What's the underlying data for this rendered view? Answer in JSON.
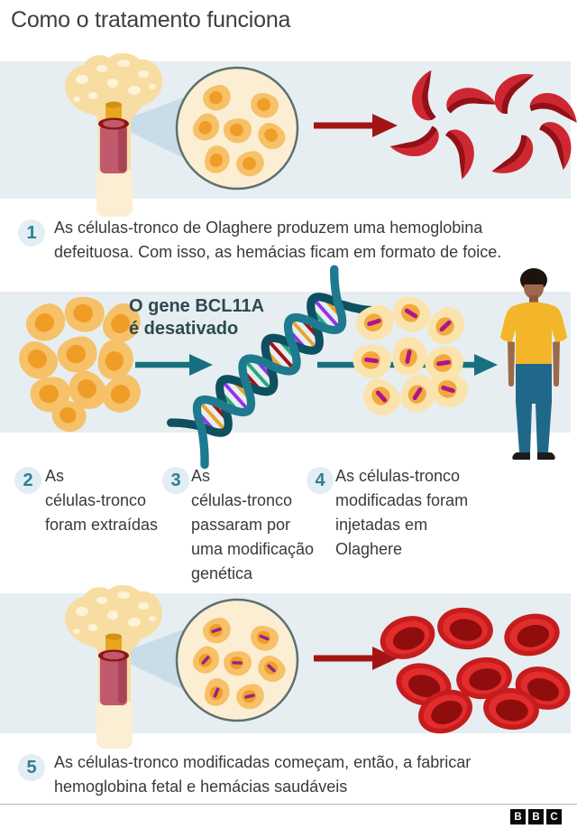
{
  "title": "Como o tratamento funciona",
  "gene_label": {
    "lines": [
      "O gene BCL11A",
      "é desativado"
    ]
  },
  "steps": [
    {
      "number": "1",
      "lines": [
        "As células-tronco de Olaghere produzem uma hemoglobina",
        "defeituosa. Com isso, as hemácias ficam em formato de foice."
      ]
    },
    {
      "number": "2",
      "lines": [
        "As",
        "células-tronco",
        "foram extraídas"
      ]
    },
    {
      "number": "3",
      "lines": [
        "As",
        "células-tronco",
        "passaram por",
        "uma modificação",
        "genética"
      ]
    },
    {
      "number": "4",
      "lines": [
        "As células-tronco",
        "modificadas foram",
        "injetadas em",
        "Olaghere"
      ]
    },
    {
      "number": "5",
      "lines": [
        "As células-tronco modificadas começam, então, a fabricar",
        "hemoglobina fetal e hemácias saudáveis"
      ]
    }
  ],
  "footer": {
    "letters": [
      "B",
      "B",
      "C"
    ]
  },
  "icons": [
    "bone-marrow-icon",
    "magnified-stem-cells-icon",
    "sickle-cells-icon",
    "red-arrow-icon",
    "stem-cell-cluster-icon",
    "teal-arrow-icon",
    "dna-helix-icon",
    "modified-stem-cells-icon",
    "patient-figure-icon",
    "magnified-modified-cells-icon",
    "healthy-red-cells-icon",
    "bbc-logo"
  ],
  "colors": {
    "panel_bg": "#e7eef1",
    "text": "#3a3a3a",
    "badge_bg": "#e3edf4",
    "badge_number": "#2f7f8f",
    "teal_arrow": "#17707f",
    "dark_red_arrow": "#a31515",
    "gene_text": "#2b4a52",
    "bbc_black": "#0a0a0a"
  }
}
